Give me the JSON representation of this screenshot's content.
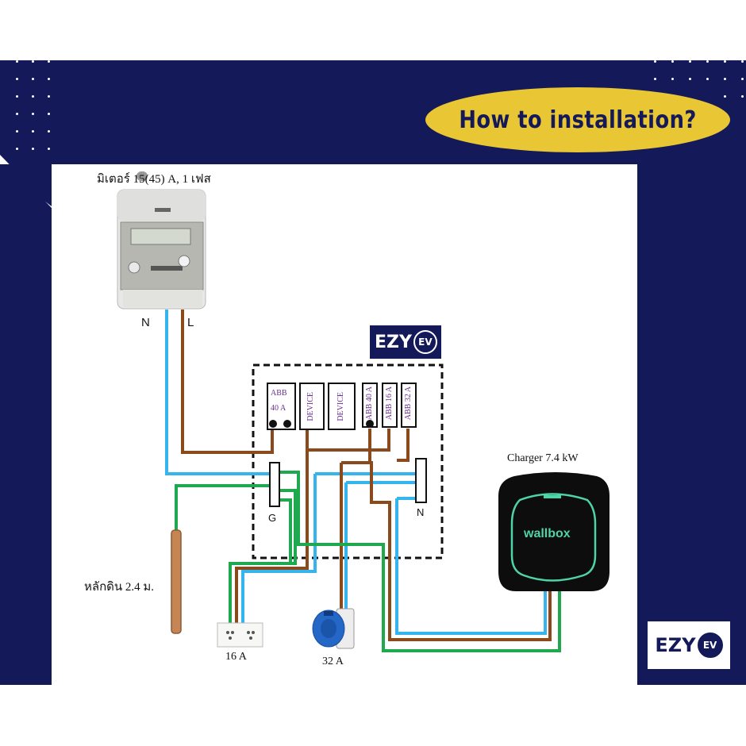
{
  "header": {
    "title": "How to installation?",
    "colors": {
      "navy": "#141959",
      "yellow": "#e9c634",
      "brown": "#8b4a1c",
      "blue": "#35b4ee",
      "green": "#1ea94f"
    }
  },
  "logo": {
    "text": "EZY",
    "badge": "EV"
  },
  "meter": {
    "caption": "มิเตอร์ 15(45) A, 1 เฟส",
    "terminal_n": "N",
    "terminal_l": "L"
  },
  "breakers": [
    {
      "label": "ABB"
    },
    {
      "label": "40 A"
    },
    {
      "label": "DEVICE"
    },
    {
      "label": "DEVICE"
    },
    {
      "label": "ABB 40 A"
    },
    {
      "label": "ABB 16 A"
    },
    {
      "label": "ABB 32 A"
    }
  ],
  "bars": {
    "ground": "G",
    "neutral": "N"
  },
  "ground_rod": {
    "caption": "หลักดิน 2.4 ม."
  },
  "socket_16": {
    "caption": "16 A"
  },
  "socket_32": {
    "caption": "32 A"
  },
  "charger": {
    "caption": "Charger 7.4 kW",
    "brand": "wallbox"
  }
}
